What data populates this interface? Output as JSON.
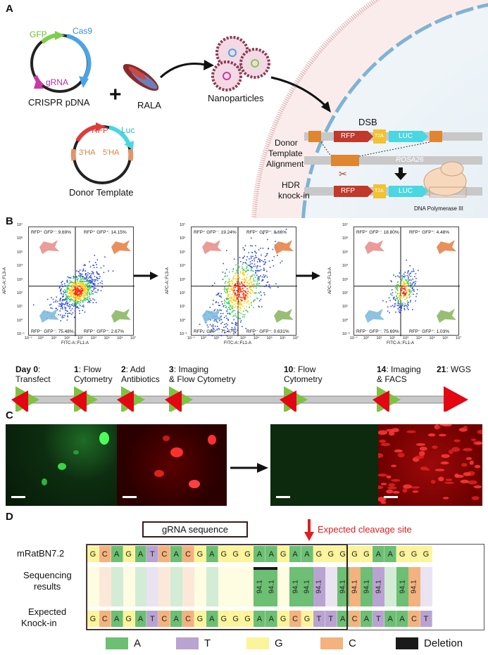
{
  "panels": {
    "a": "A",
    "b": "B",
    "c": "C",
    "d": "D"
  },
  "panelA": {
    "gfp": "GFP",
    "cas9": "Cas9",
    "grna": "gRNA",
    "crispr": "CRISPR pDNA",
    "plus": "+",
    "rala": "RALA",
    "nanoparticles": "Nanoparticles",
    "rfp": "RFP",
    "luc": "Luc",
    "ha3": "3'HA",
    "ha5": "5'HA",
    "donor": "Donor Template",
    "dsb": "DSB",
    "rfp2": "RFP",
    "t2a": "T2A",
    "luc2": "LUC",
    "alignment": [
      "Donor",
      "Template",
      "Alignment"
    ],
    "rosa": "ROSA26",
    "hdr": [
      "HDR",
      "knock-in"
    ],
    "rfp3": "RFP",
    "t2a3": "T2A",
    "luc3": "LUC",
    "polymerase": "DNA Polymerase III"
  },
  "panelB": {
    "ylabel": "APC-A::FL3-A",
    "xlabel": "FITC-A::FL1-A",
    "yticks": [
      "10⁷",
      "10⁶",
      "10⁵",
      "10⁴",
      "10³",
      "10²",
      "10¹",
      "10⁰",
      "10⁻¹"
    ],
    "xticks": [
      "10⁻¹",
      "10⁰",
      "10¹",
      "10²",
      "10³",
      "10⁴",
      "10⁵",
      "10⁶",
      "10⁷"
    ],
    "plots": [
      {
        "ul": "RFP⁺ GFP⁻: 9.69%",
        "ur": "RFP⁺ GFP⁺: 14.15%",
        "ll": "RFP⁻ GFP⁻: 75.48%",
        "lr": "RFP⁻ GFP⁺: 2.67%"
      },
      {
        "ul": "RFP⁺ GFP⁻: 19.24%",
        "ur": "RFP⁺ GFP⁺: 8.66%",
        "ll": "RFP⁻ GFP⁻: 71.47%",
        "lr": "RFP⁻ GFP⁺: 0.631%"
      },
      {
        "ul": "RFP⁺ GFP⁻: 18.80%",
        "ur": "RFP⁺ GFP⁺: 4.48%",
        "ll": "RFP⁻ GFP⁻: 75.69%",
        "lr": "RFP⁻ GFP⁺: 1.03%"
      }
    ],
    "timeline": [
      {
        "day": "Day 0",
        "rest": ": ",
        "line2": "Transfect"
      },
      {
        "day": "1",
        "rest": ": Flow",
        "line2": "Cytometry"
      },
      {
        "day": "2",
        "rest": ": Add",
        "line2": "Antibiotics"
      },
      {
        "day": "3",
        "rest": ": Imaging",
        "line2": "& Flow Cytometry"
      },
      {
        "day": "10",
        "rest": ": Flow",
        "line2": "Cytometry"
      },
      {
        "day": "14",
        "rest": ": Imaging",
        "line2": "& FACS"
      },
      {
        "day": "21",
        "rest": ": WGS",
        "line2": ""
      }
    ]
  },
  "panelD": {
    "grna_label": "gRNA sequence",
    "cleavage_label": "Expected cleavage site",
    "row1": "mRatBN7.2",
    "row2": [
      "Sequencing",
      "results"
    ],
    "row3": [
      "Expected",
      "Knock-in"
    ],
    "ref": [
      "G",
      "C",
      "A",
      "G",
      "A",
      "T",
      "C",
      "A",
      "C",
      "G",
      "A",
      "G",
      "G",
      "G",
      "A",
      "A",
      "G",
      "A",
      "A",
      "G",
      "G",
      "G",
      "G",
      "G",
      "A",
      "A",
      "G",
      "G",
      "G"
    ],
    "ki": [
      "G",
      "C",
      "A",
      "G",
      "A",
      "T",
      "C",
      "A",
      "C",
      "G",
      "A",
      "G",
      "G",
      "G",
      "A",
      "A",
      "G",
      "C",
      "G",
      "T",
      "T",
      "A",
      "C",
      "A",
      "T",
      "A",
      "A",
      "C",
      "T"
    ],
    "seq_values": [
      "",
      "",
      "",
      "",
      "",
      "",
      "",
      "",
      "",
      "",
      "",
      "",
      "",
      "",
      "94.1",
      "94.1",
      "",
      "94.1",
      "94.1",
      "94.1",
      "",
      "94.1",
      "94.1",
      "94.1",
      "94.1",
      "",
      "94.1",
      "94.1",
      ""
    ],
    "legend": [
      {
        "label": "A",
        "color": "#6cbf73"
      },
      {
        "label": "T",
        "color": "#b9a3d1"
      },
      {
        "label": "G",
        "color": "#fbf49a"
      },
      {
        "label": "C",
        "color": "#f4b27e"
      },
      {
        "label": "Deletion",
        "color": "#1a1a1a"
      }
    ]
  }
}
